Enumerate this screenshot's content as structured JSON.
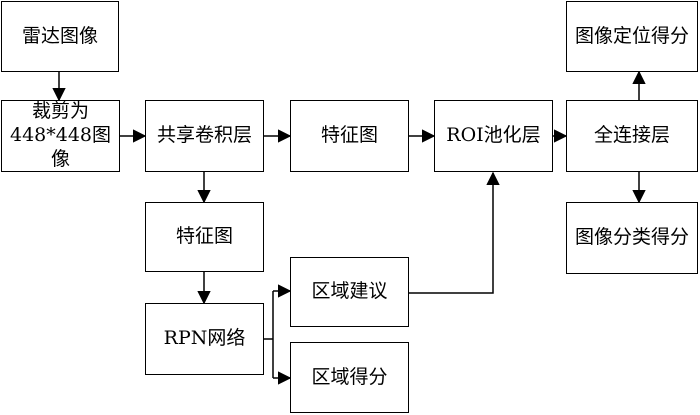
{
  "nodes": {
    "radar_image": "雷达图像",
    "crop": "裁剪为\n448*448图像",
    "shared_conv": "共享卷积层",
    "feature_map_top": "特征图",
    "roi_pool": "ROI池化层",
    "fully_connected": "全连接层",
    "location_score": "图像定位得分",
    "classification_score": "图像分类得分",
    "feature_map_mid": "特征图",
    "rpn": "RPN网络",
    "region_proposal": "区域建议",
    "region_score": "区域得分"
  }
}
